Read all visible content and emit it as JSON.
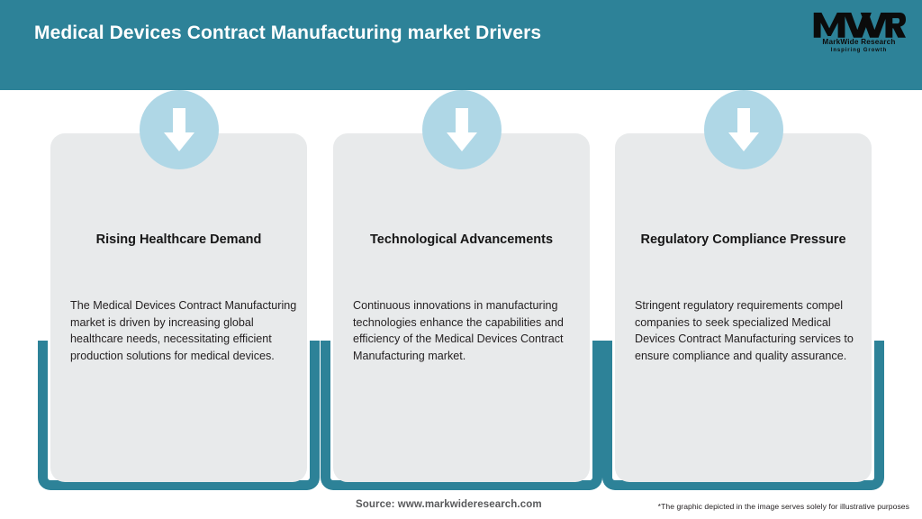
{
  "header": {
    "title": "Medical Devices Contract Manufacturing market Drivers",
    "background_color": "#2d8298",
    "title_color": "#ffffff"
  },
  "logo": {
    "mark": "MWR",
    "name": "MarkWide Research",
    "tagline": "Inspiring Growth"
  },
  "theme": {
    "accent_teal": "#2d8298",
    "card_grey": "#e8eaeb",
    "icon_blue": "#afd7e6",
    "page_background": "#ffffff"
  },
  "cards": [
    {
      "icon": "arrow-down-icon",
      "heading": "Rising Healthcare Demand",
      "body": "The Medical Devices Contract Manufacturing market is driven by increasing global healthcare needs, necessitating efficient production solutions for medical devices."
    },
    {
      "icon": "arrow-down-icon",
      "heading": "Technological Advancements",
      "body": "Continuous innovations in manufacturing technologies enhance the capabilities and efficiency of the Medical Devices Contract Manufacturing market."
    },
    {
      "icon": "arrow-down-icon",
      "heading": "Regulatory Compliance Pressure",
      "body": "Stringent regulatory requirements compel companies to seek specialized Medical Devices Contract Manufacturing services to ensure compliance and quality assurance."
    }
  ],
  "footer": {
    "source": "Source: www.markwideresearch.com",
    "disclaimer": "*The graphic depicted in the image serves solely for illustrative purposes"
  }
}
